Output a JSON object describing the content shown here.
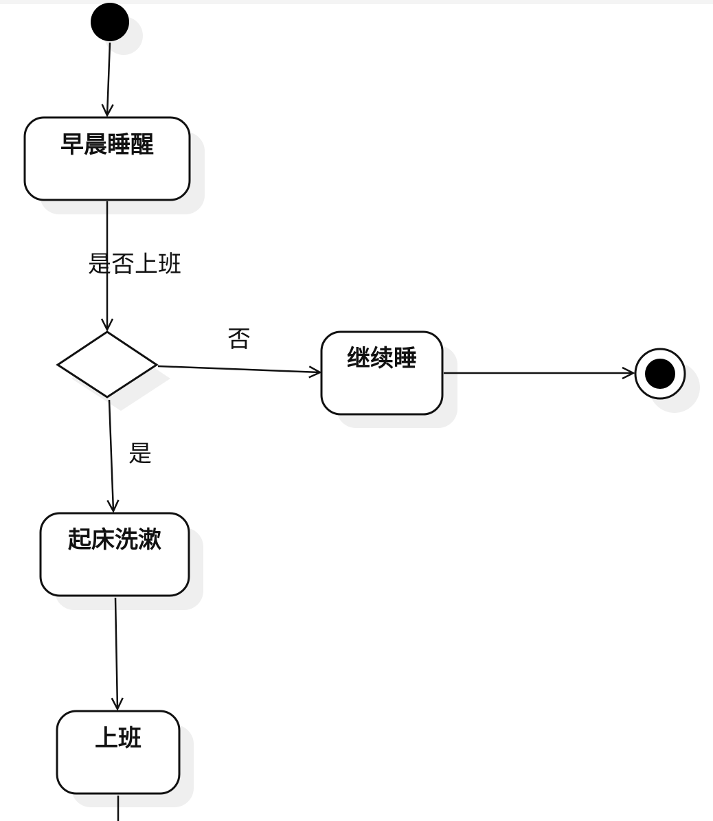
{
  "diagram": {
    "type": "UML activity diagram",
    "nodes": [
      {
        "id": "start",
        "kind": "initial"
      },
      {
        "id": "wake",
        "kind": "action",
        "label": "早晨睡醒"
      },
      {
        "id": "decision",
        "kind": "decision"
      },
      {
        "id": "sleep",
        "kind": "action",
        "label": "继续睡"
      },
      {
        "id": "end",
        "kind": "final"
      },
      {
        "id": "wash",
        "kind": "action",
        "label": "起床洗漱"
      },
      {
        "id": "work",
        "kind": "action",
        "label": "上班"
      }
    ],
    "edges": [
      {
        "from": "start",
        "to": "wake",
        "label": ""
      },
      {
        "from": "wake",
        "to": "decision",
        "label": "是否上班"
      },
      {
        "from": "decision",
        "to": "sleep",
        "label": "否"
      },
      {
        "from": "sleep",
        "to": "end",
        "label": ""
      },
      {
        "from": "decision",
        "to": "wash",
        "label": "是"
      },
      {
        "from": "wash",
        "to": "work",
        "label": ""
      },
      {
        "from": "work",
        "to": "",
        "label": ""
      }
    ]
  },
  "labels": {
    "wake": "早晨睡醒",
    "sleep": "继续睡",
    "wash": "起床洗漱",
    "work": "上班",
    "edge_question": "是否上班",
    "edge_no": "否",
    "edge_yes": "是"
  },
  "colors": {
    "stroke": "#111111",
    "shadow": "#efefef",
    "fill": "#ffffff"
  }
}
